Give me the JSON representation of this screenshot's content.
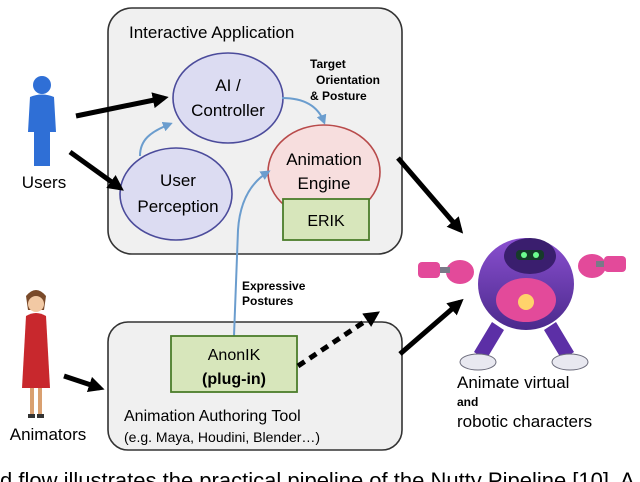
{
  "interactive_app": {
    "title": "Interactive Application"
  },
  "ai_controller": {
    "line1": "AI /",
    "line2": "Controller"
  },
  "user_perception": {
    "line1": "User",
    "line2": "Perception"
  },
  "animation_engine": {
    "line1": "Animation",
    "line2": "Engine"
  },
  "erik": {
    "label": "ERIK"
  },
  "target_label": {
    "line1": "Target",
    "line2": "Orientation",
    "line3": "& Posture"
  },
  "expressive_label": {
    "line1": "Expressive",
    "line2": "Postures"
  },
  "authoring_tool": {
    "title": "Animation Authoring Tool",
    "subtitle": "(e.g. Maya, Houdini, Blender…)"
  },
  "anonik": {
    "line1": "AnonIK",
    "line2": "(plug-in)"
  },
  "users": {
    "label": "Users"
  },
  "animators": {
    "label": "Animators"
  },
  "robot_caption": {
    "line1": "Animate virtual",
    "line2": "and",
    "line3": "robotic characters"
  },
  "caption_strip": {
    "text": "d flow illustrates the practical pipeline of the Nutty Pipeline [10]. A"
  },
  "colors": {
    "circle_fill": "#dcdcf2",
    "circle_stroke": "#4b4b9b",
    "engine_fill": "#f7dede",
    "engine_stroke": "#b84a4a",
    "box_fill": "#d7e6bb",
    "box_stroke": "#4b7d2b",
    "container_fill": "#f0f0f0",
    "blue_arrow": "#6b9dce"
  }
}
